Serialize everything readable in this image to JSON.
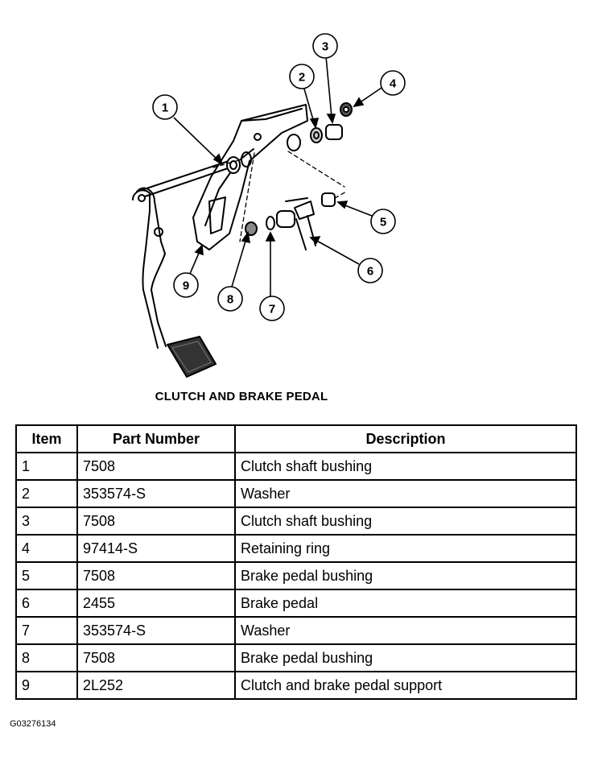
{
  "diagram": {
    "callouts": [
      "1",
      "2",
      "3",
      "4",
      "5",
      "6",
      "7",
      "8",
      "9"
    ],
    "caption": "CLUTCH AND BRAKE PEDAL"
  },
  "table": {
    "headers": [
      "Item",
      "Part Number",
      "Description"
    ],
    "rows": [
      [
        "1",
        "7508",
        "Clutch shaft bushing"
      ],
      [
        "2",
        "353574-S",
        "Washer"
      ],
      [
        "3",
        "7508",
        "Clutch shaft bushing"
      ],
      [
        "4",
        "97414-S",
        "Retaining ring"
      ],
      [
        "5",
        "7508",
        "Brake pedal bushing"
      ],
      [
        "6",
        "2455",
        "Brake pedal"
      ],
      [
        "7",
        "353574-S",
        "Washer"
      ],
      [
        "8",
        "7508",
        "Brake pedal bushing"
      ],
      [
        "9",
        "2L252",
        "Clutch and brake pedal support"
      ]
    ]
  },
  "figure_id": "G03276134"
}
